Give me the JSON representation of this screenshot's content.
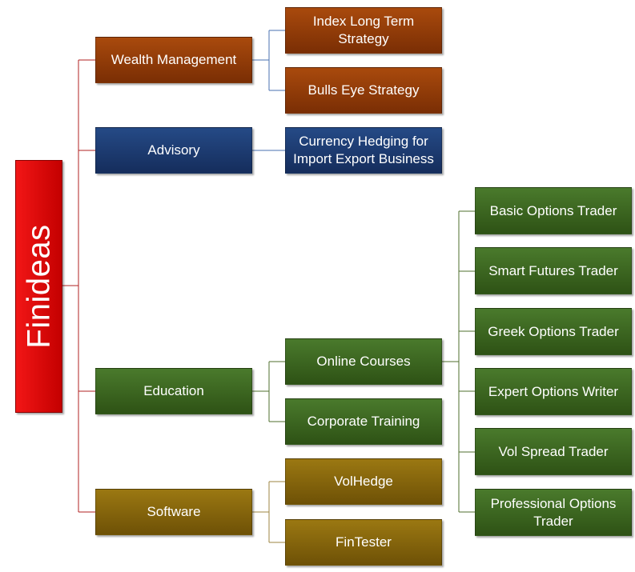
{
  "root": {
    "label": "Finideas"
  },
  "wealth_management": {
    "label": "Wealth Management",
    "children": [
      "Index Long Term Strategy",
      "Bulls Eye Strategy"
    ]
  },
  "advisory": {
    "label": "Advisory",
    "children": [
      "Currency Hedging for Import Export Business"
    ]
  },
  "education": {
    "label": "Education",
    "online_courses": {
      "label": "Online Courses",
      "children": [
        "Basic Options Trader",
        "Smart Futures Trader",
        "Greek Options Trader",
        "Expert Options Writer",
        "Vol Spread Trader",
        "Professional Options Trader"
      ]
    },
    "corporate_training": {
      "label": "Corporate Training"
    }
  },
  "software": {
    "label": "Software",
    "children": [
      "VolHedge",
      "FinTester"
    ]
  },
  "colors": {
    "root": "#e00000",
    "wealth": "#8f3b08",
    "advisory": "#1c3a70",
    "education": "#3b6520",
    "software": "#856409",
    "connector_red": "#b22222",
    "connector_blue": "#4a72b0",
    "connector_green": "#4f6f2e",
    "connector_olive": "#9c8440"
  }
}
